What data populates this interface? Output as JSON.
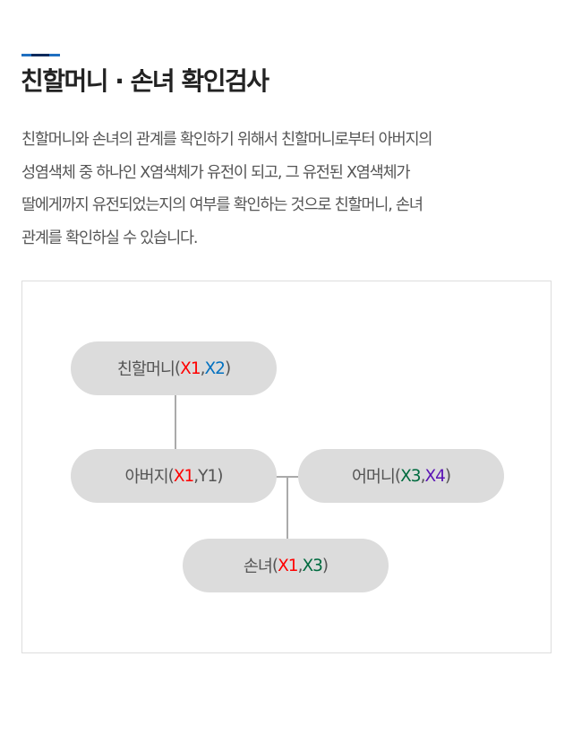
{
  "header": {
    "title": "친할머니 · 손녀 확인검사",
    "accent_colors": {
      "ends": "#1f6fc0",
      "middle": "#0d2a5c"
    }
  },
  "description": {
    "lines": [
      "친할머니와 손녀의 관계를 확인하기 위해서 친할머니로부터 아버지의",
      "성염색체 중 하나인 X염색체가 유전이 되고, 그 유전된 X염색체가",
      "딸에게까지 유전되었는지의 여부를 확인하는 것으로 친할머니, 손녀",
      "관계를 확인하실 수 있습니다."
    ]
  },
  "diagram": {
    "nodes": [
      {
        "id": "grandmother",
        "label": "친할머니",
        "open": " (",
        "allele_a": "X1",
        "sep": ", ",
        "allele_b": "X2",
        "close": ")",
        "color_a": "#ff0000",
        "color_b": "#0070c0"
      },
      {
        "id": "father",
        "label": "아버지",
        "open": " (",
        "allele_a": "X1",
        "sep": ", ",
        "allele_b": "Y1",
        "close": ")",
        "color_a": "#ff0000",
        "color_b": "#555555"
      },
      {
        "id": "mother",
        "label": "어머니",
        "open": " (",
        "allele_a": "X3",
        "sep": ", ",
        "allele_b": "X4",
        "close": ")",
        "color_a": "#006b3f",
        "color_b": "#5a14b4"
      },
      {
        "id": "granddaughter",
        "label": "손녀",
        "open": " (",
        "allele_a": "X1",
        "sep": ", ",
        "allele_b": "X3",
        "close": ")",
        "color_a": "#ff0000",
        "color_b": "#006b3f"
      }
    ],
    "edges": [
      {
        "from": "grandmother",
        "to": "father"
      },
      {
        "from": "father",
        "to": "mother"
      },
      {
        "from": "father+mother",
        "to": "granddaughter"
      }
    ],
    "colors": {
      "node_fill": "#dcdcdc",
      "node_text": "#555555",
      "line": "#aaaaaa",
      "frame_border": "#dddddd"
    }
  }
}
